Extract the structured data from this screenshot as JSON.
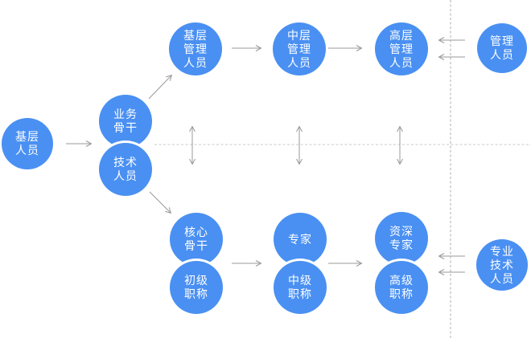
{
  "diagram": {
    "description_nodes_note": "career path diagram nodes",
    "colors": {
      "node_fill": "#4a90f2",
      "node_text": "#ffffff",
      "arrow": "#999999",
      "dotted_line": "#cacaca",
      "background": "#ffffff"
    },
    "nodes": {
      "base_staff": {
        "label": "基层\n人员"
      },
      "business_backbone": {
        "label": "业务\n骨干"
      },
      "technical_staff": {
        "label": "技术\n人员"
      },
      "junior_manager": {
        "label": "基层\n管理\n人员"
      },
      "middle_manager": {
        "label": "中层\n管理\n人员"
      },
      "senior_manager": {
        "label": "高层\n管理\n人员"
      },
      "management_staff": {
        "label": "管理\n人员"
      },
      "core_backbone": {
        "label": "核心\n骨干"
      },
      "junior_title": {
        "label": "初级\n职称"
      },
      "expert": {
        "label": "专家"
      },
      "intermediate_title": {
        "label": "中级\n职称"
      },
      "senior_expert": {
        "label": "资深\n专家"
      },
      "senior_title": {
        "label": "高级\n职称"
      },
      "professional_technical_staff": {
        "label": "专业\n技术\n人员"
      }
    }
  }
}
